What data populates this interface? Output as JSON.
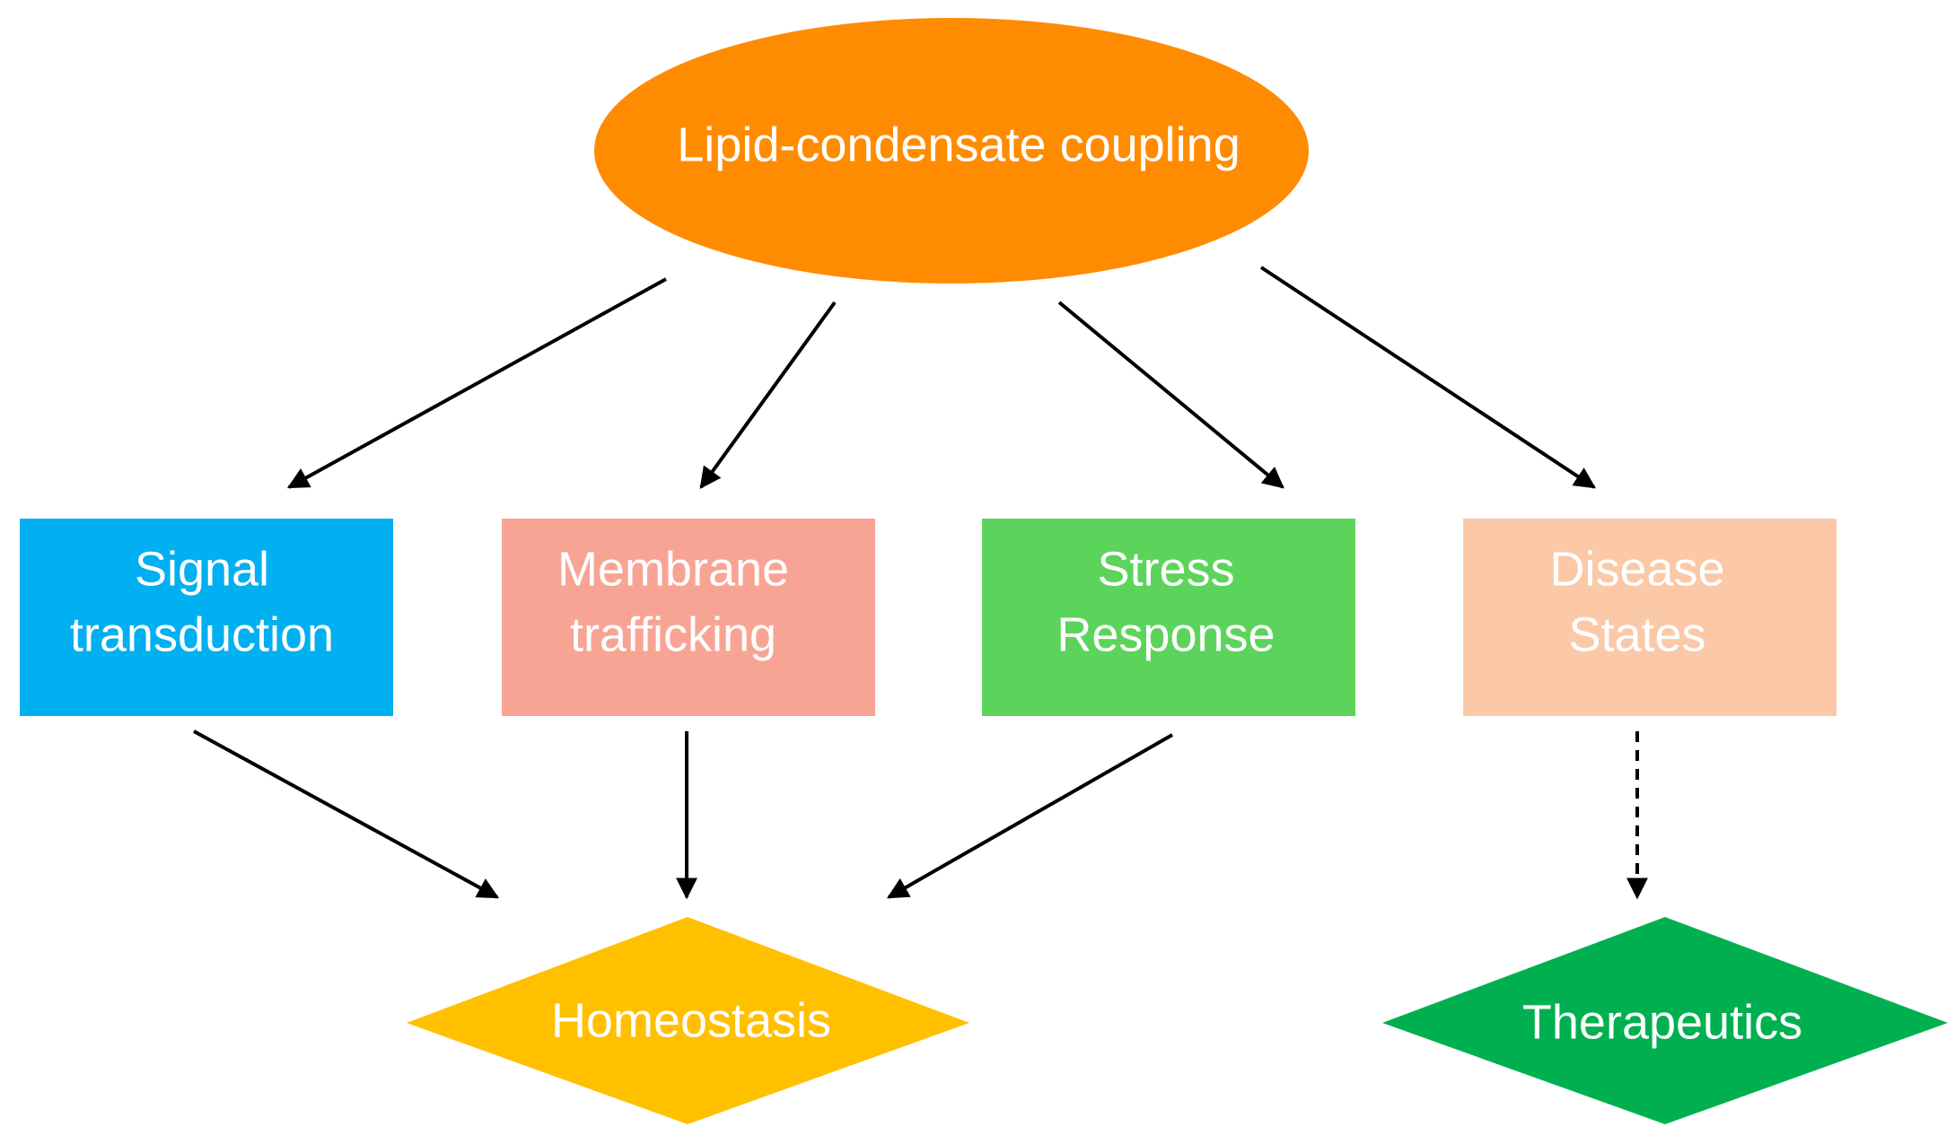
{
  "diagram": {
    "root": {
      "label": "Lipid-condensate coupling",
      "color": "#FF8C00"
    },
    "boxes": [
      {
        "line1": "Signal",
        "line2": "transduction",
        "color": "#00B0F0"
      },
      {
        "line1": "Membrane",
        "line2": "trafficking",
        "color": "#F8A494"
      },
      {
        "line1": "Stress",
        "line2": "Response",
        "color": "#5CD45C"
      },
      {
        "line1": "Disease",
        "line2": "States",
        "color": "#FBC9A8"
      }
    ],
    "outcomes": [
      {
        "label": "Homeostasis",
        "color": "#FFC000"
      },
      {
        "label": "Therapeutics",
        "color": "#00B050"
      }
    ],
    "edge_color": "#000000"
  }
}
